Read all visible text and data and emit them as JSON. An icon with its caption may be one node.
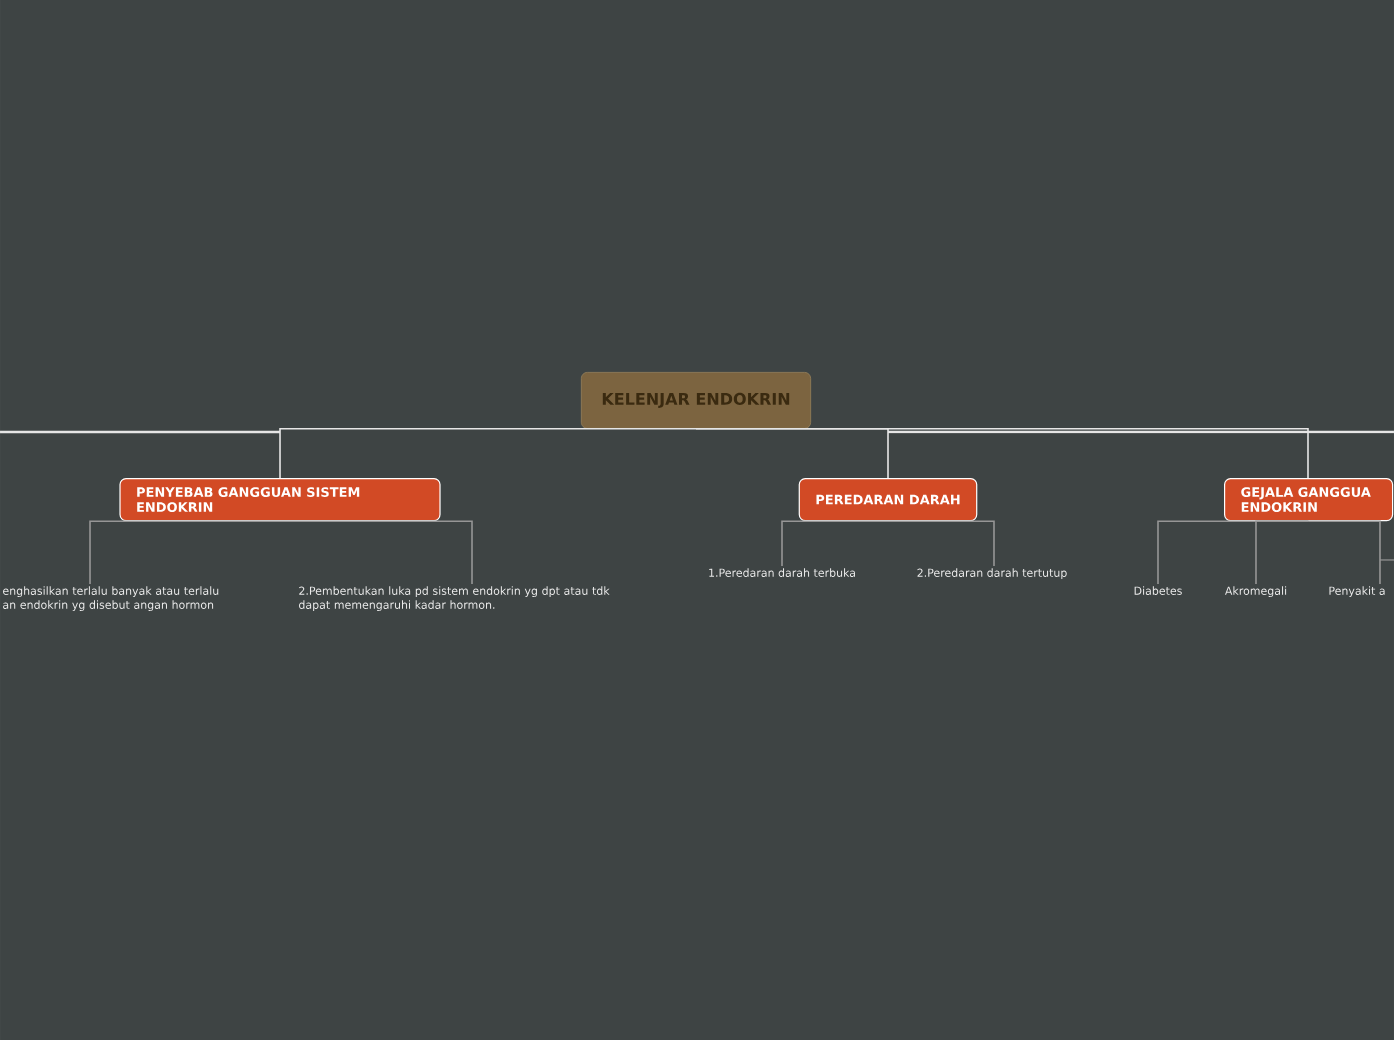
{
  "diagram": {
    "nodes": [
      {
        "text": [
          "KELENJAR ENDOKRIN"
        ]
      },
      {
        "text": [
          "PENYEBAB GANGGUAN SISTEM ENDOKRIN"
        ]
      },
      {
        "text": [
          "PEREDARAN DARAH"
        ]
      },
      {
        "text": [
          "GEJALA GANGGUA ENDOKRIN"
        ]
      },
      {
        "text": [
          "enghasilkan terlalu banyak atau terlalu an endokrin yg disebut angan hormon"
        ]
      },
      {
        "text": [
          "2.Pembentukan luka pd sistem endokrin yg dpt atau tdk dapat memengaruhi kadar hormon."
        ]
      },
      {
        "text": [
          "1.Peredaran darah terbuka"
        ]
      },
      {
        "text": [
          "2.Peredaran darah tertutup"
        ]
      },
      {
        "text": [
          "Diabetes"
        ]
      },
      {
        "text": [
          "Akromegali"
        ]
      },
      {
        "text": [
          "Penyakit a"
        ]
      }
    ],
    "edges": [
      {
        "from": 0,
        "to": 1,
        "arrow": "none",
        "color": "#e6e6e6"
      },
      {
        "from": 0,
        "to": 2,
        "arrow": "none",
        "color": "#e6e6e6"
      },
      {
        "from": 0,
        "to": 3,
        "arrow": "none",
        "color": "#e6e6e6"
      },
      {
        "from": 1,
        "to": 4,
        "arrow": "none"
      },
      {
        "from": 1,
        "to": 5,
        "arrow": "none"
      },
      {
        "from": 2,
        "to": 6,
        "arrow": "none"
      },
      {
        "from": 2,
        "to": 7,
        "arrow": "none"
      },
      {
        "from": 3,
        "to": 8,
        "arrow": "none"
      },
      {
        "from": 3,
        "to": 9,
        "arrow": "none"
      },
      {
        "from": 3,
        "to": 10,
        "arrow": "none"
      }
    ]
  }
}
